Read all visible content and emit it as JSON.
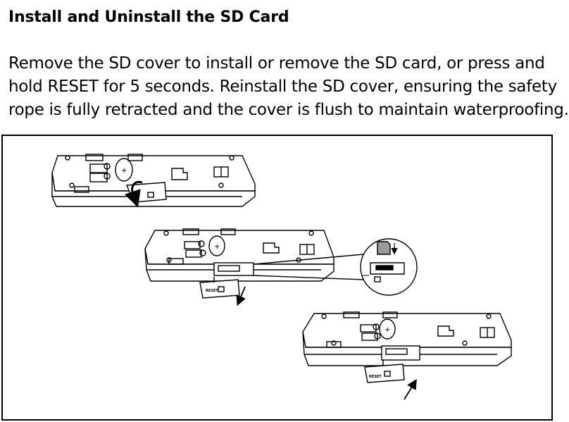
{
  "document": {
    "title": "Install and Uninstall the SD Card",
    "body_lines": [
      "Remove the SD cover to install or remove the SD card, or press and",
      "hold RESET for 5 seconds. Reinstall the SD cover, ensuring the safety",
      "rope is fully retracted and the cover is flush to maintain waterproofing."
    ]
  },
  "illustration": {
    "cover_label": "RESET",
    "icons": [
      "device-illustration",
      "sd-card-icon",
      "arrow-icon",
      "magnifier-callout"
    ]
  }
}
